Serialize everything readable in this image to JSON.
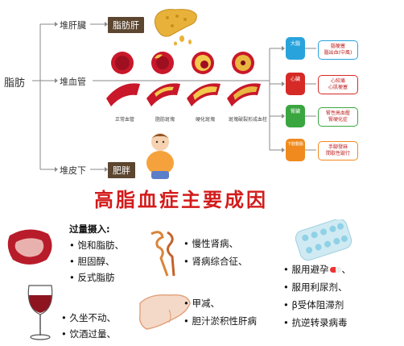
{
  "diagram": {
    "root": "脂肪",
    "branch_liver": "堆肝臟",
    "liver_label": "脂肪肝",
    "branch_vessel": "堆血管",
    "branch_skin": "堆皮下",
    "skin_label": "肥胖",
    "vessel_stages": [
      "正常血管",
      "脂肪斑塊",
      "硬化斑塊",
      "斑塊破裂形成血栓"
    ],
    "organs": [
      {
        "name": "大腦",
        "disease_1": "腦梗塞",
        "disease_2": "腦出血(中風)",
        "color": "#29a3dc"
      },
      {
        "name": "心臟",
        "disease_1": "心絞痛",
        "disease_2": "心肌梗塞",
        "color": "#d62a26"
      },
      {
        "name": "腎臟",
        "disease_1": "腎性高血壓",
        "disease_2": "腎硬化症",
        "color": "#3aa640"
      },
      {
        "name": "下肢動脈",
        "disease_1": "手腳發麻",
        "disease_2": "間歇性跛行",
        "color": "#f08a1e"
      }
    ]
  },
  "title": "高脂血症主要成因",
  "causes": {
    "intake_heading": "过量摄入:",
    "intake_items": [
      "• 饱和脂肪、",
      "• 胆固醇、",
      "• 反式脂肪"
    ],
    "kidney_items": [
      "• 慢性肾病、",
      "• 肾病综合征、"
    ],
    "drug_items": [
      "• 服用避孕",
      "• 服用利尿剂、",
      "• β受体阻滞剂",
      "• 抗逆转录病毒"
    ],
    "lifestyle_items": [
      "• 久坐不动、",
      "• 饮酒过量、"
    ],
    "liver_items": [
      "• 甲减、",
      "• 胆汁淤积性肝病"
    ]
  },
  "colors": {
    "title_red": "#d31b1b",
    "label_brown": "#5c4630",
    "line_gray": "#8a8a8a"
  }
}
